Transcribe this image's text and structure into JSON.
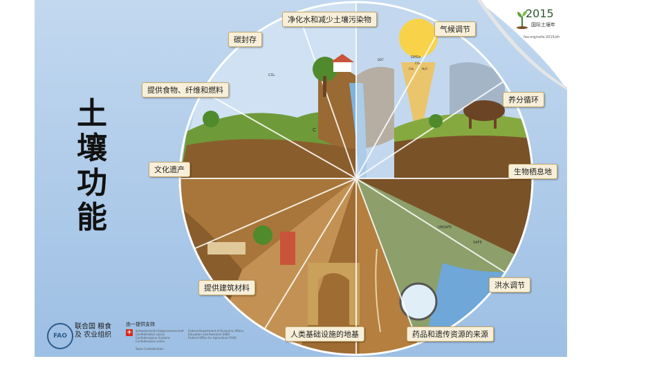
{
  "title": [
    "土",
    "壤",
    "功",
    "能"
  ],
  "badge": {
    "year": "2015",
    "subtitle": "国际土壤年",
    "url": "fao.org/soils-2015/zh"
  },
  "labels": [
    {
      "id": "water",
      "text": "净化水和减少土壤污染物"
    },
    {
      "id": "climate",
      "text": "气候调节"
    },
    {
      "id": "carbon",
      "text": "碳封存"
    },
    {
      "id": "food",
      "text": "提供食物、纤维和燃料"
    },
    {
      "id": "nutrient",
      "text": "养分循环"
    },
    {
      "id": "heritage",
      "text": "文化遗产"
    },
    {
      "id": "habitat",
      "text": "生物栖息地"
    },
    {
      "id": "building",
      "text": "提供建筑材料"
    },
    {
      "id": "flood",
      "text": "洪水调节"
    },
    {
      "id": "infrastructure",
      "text": "人类基础设施的地基"
    },
    {
      "id": "medicine",
      "text": "药品和遗传资源的来源"
    }
  ],
  "footer": {
    "fao_logo": "FAO",
    "fao_name": "联合国 粮食及 农业组织",
    "support": "由一提供支持",
    "swiss_lines": [
      "Schweizerische Eidgenossenschaft",
      "Confédération suisse",
      "Confederazione Svizzera",
      "Confederaziun svizra"
    ],
    "swiss_confed": "Swiss Confederation",
    "dept_lines": [
      "Federal Department of Economic Affairs,",
      "Education and Research EAER",
      "Federal Office for Agriculture FOAG"
    ]
  },
  "illustration_text": {
    "co2_a": "CO₂",
    "ghgs": "GHGs",
    "co2_b": "CO₂",
    "ch4": "CH₄",
    "n2o": "N₂O",
    "ddt": "DDT",
    "unsafe": "UNSAFE",
    "safe": "SAFE",
    "c": "C"
  },
  "colors": {
    "sky": "#a9c7e8",
    "soil_light": "#a8763a",
    "soil_dark": "#6b4a24",
    "grass": "#6f9a3a",
    "label_bg": "#f7efd9",
    "label_border": "#c9a96a"
  }
}
